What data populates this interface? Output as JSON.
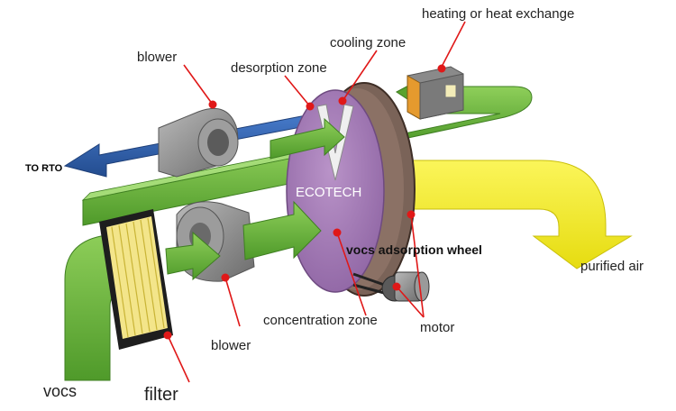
{
  "diagram": {
    "labels": {
      "heating": "heating or heat exchange",
      "cooling": "cooling zone",
      "desorption": "desorption zone",
      "blower_top": "blower",
      "to_rto": "TO RTO",
      "brand": "ECOTECH",
      "wheel": "vocs adsorption wheel",
      "purified": "purified air",
      "concentration": "concentration zone",
      "motor": "motor",
      "blower_bottom": "blower",
      "vocs": "vocs",
      "filter": "filter"
    },
    "colors": {
      "green_flow": "#6cb33e",
      "green_dark": "#3f7f22",
      "blue_flow": "#2f5fa8",
      "yellow_flow": "#f4ec28",
      "wheel_face": "#a77db9",
      "wheel_rim": "#6a5448",
      "callout_red": "#e01818",
      "heater_orange": "#e59a2e"
    }
  }
}
